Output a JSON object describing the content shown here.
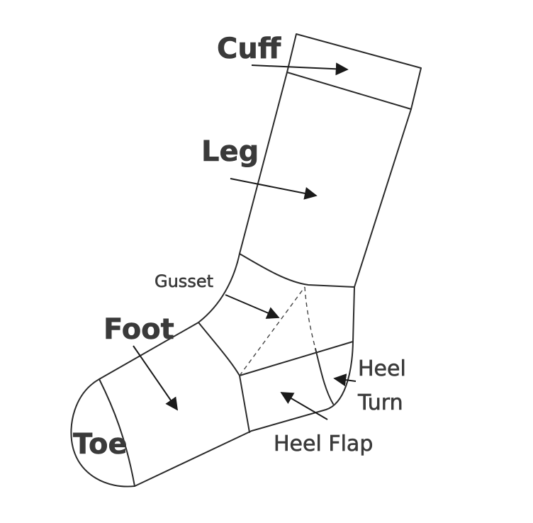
{
  "labels": {
    "cuff": "Cuff",
    "leg": "Leg",
    "gusset": "Gusset",
    "foot": "Foot",
    "heel_turn_line1": "Heel",
    "heel_turn_line2": "Turn",
    "toe": "Toe",
    "heel_flap": "Heel Flap"
  },
  "colors": {
    "ink": "#2a2a2a",
    "label": "#3a3a3a",
    "background": "#ffffff"
  }
}
